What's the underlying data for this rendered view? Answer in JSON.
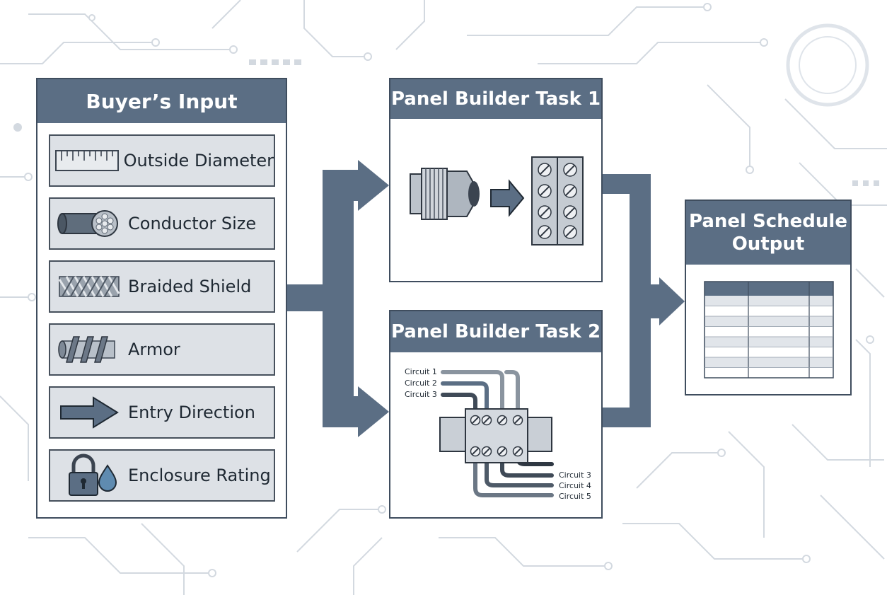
{
  "colors": {
    "header": "#5b6e84",
    "arrow": "#5b6e84",
    "item_bg": "#dde1e6",
    "border": "#3f4d5e",
    "circuit_bg": "#c9cfd6"
  },
  "buyer_input": {
    "title": "Buyer’s Input",
    "items": [
      {
        "label": "Outside Diameter",
        "icon": "ruler-icon"
      },
      {
        "label": "Conductor Size",
        "icon": "cable-strands-icon"
      },
      {
        "label": "Braided Shield",
        "icon": "braid-icon"
      },
      {
        "label": "Armor",
        "icon": "armor-spiral-icon"
      },
      {
        "label": "Entry Direction",
        "icon": "arrow-right-icon"
      },
      {
        "label": "Enclosure Rating",
        "icon": "lock-droplet-icon"
      }
    ]
  },
  "task1": {
    "title": "Panel Builder Task 1",
    "icons": [
      "cable-gland-icon",
      "arrow-right-icon",
      "terminal-block-icon"
    ]
  },
  "task2": {
    "title": "Panel Builder Task 2",
    "circuits_in": [
      "Circuit 1",
      "Circuit 2",
      "Circuit 3"
    ],
    "circuits_out": [
      "Circuit 3",
      "Circuit 4",
      "Circuit 5"
    ]
  },
  "output": {
    "title_line1": "Panel Schedule",
    "title_line2": "Output",
    "icon": "schedule-table-icon"
  }
}
